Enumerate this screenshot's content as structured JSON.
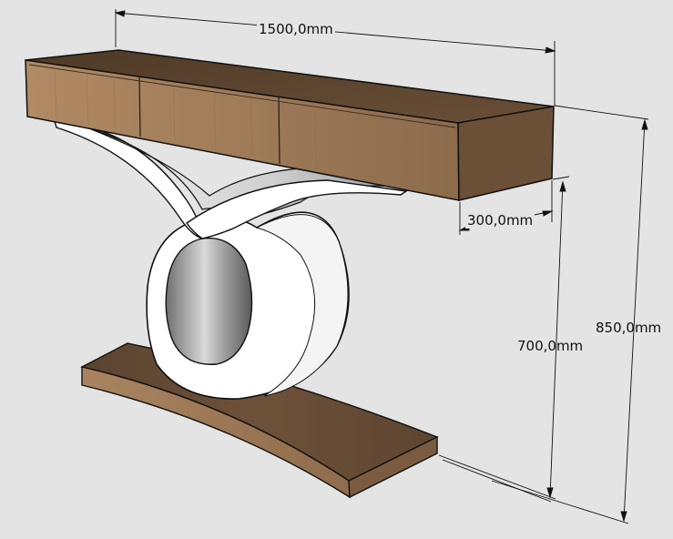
{
  "dimensions": {
    "length": "1500,0mm",
    "depth": "300,0mm",
    "height_inner": "700,0mm",
    "height_total": "850,0mm"
  },
  "colors": {
    "background": "#e4e4e4",
    "wood_front": "#a07d5c",
    "wood_top": "#5b4530",
    "wood_side": "#6e5238",
    "metal_white": "#ffffff",
    "metal_shadow": "#8a8a8a",
    "line": "#111111"
  }
}
